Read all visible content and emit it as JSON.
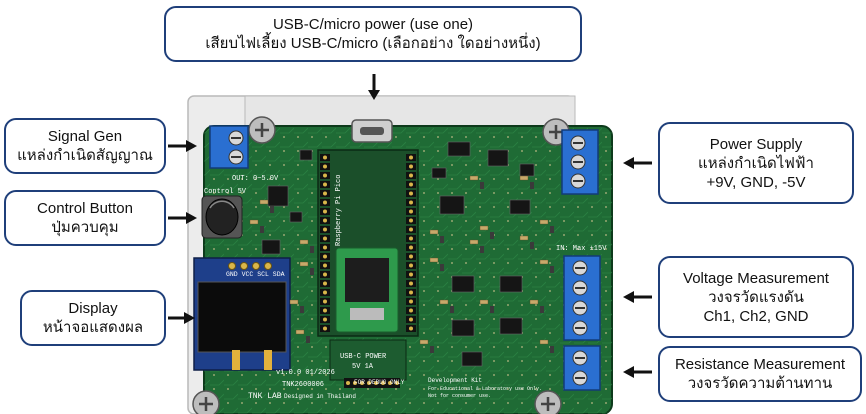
{
  "labels": {
    "usb": {
      "line1": "USB-C/micro power (use one)",
      "line2": "เสียบไฟเลี้ยง USB-C/micro (เลือกอย่าง ใดอย่างหนึ่ง)"
    },
    "signal_gen": {
      "line1": "Signal Gen",
      "line2": "แหล่งกำเนิดสัญญาณ"
    },
    "control_button": {
      "line1": "Control Button",
      "line2": "ปุ่มควบคุม"
    },
    "display": {
      "line1": "Display",
      "line2": "หน้าจอแสดงผล"
    },
    "power_supply": {
      "line1": "Power Supply",
      "line2": "แหล่งกำเนิดไฟฟ้า",
      "line3": "+9V, GND, -5V"
    },
    "voltage": {
      "line1": "Voltage Measurement",
      "line2": "วงจรวัดแรงดัน",
      "line3": "Ch1, Ch2, GND"
    },
    "resistance": {
      "line1": "Resistance Measurement",
      "line2": "วงจรวัดความต้านทาน"
    }
  },
  "board": {
    "out_label": "OUT: 0~5.0V",
    "control_label": "Control 5V",
    "oled_pins": "GND VCC SCL SDA",
    "in_max": "IN: Max ±15V",
    "usb_power": "USB-C POWER",
    "usb_power_sub": "5V 1A",
    "version": "v1.0.0 01/2026",
    "serial": "TNK2600006",
    "brand": "TNK LAB",
    "designed": "Designed in Thailand",
    "for_debug": "FOR DEBUG ONLY",
    "dev_note1": "Development Kit",
    "dev_note2": "For Educational & Laboratory use Only.",
    "dev_note3": "Not for consumer use.",
    "pico_label": "Raspberry Pi Pico",
    "colors": {
      "pcb": "#1f6b35",
      "terminal": "#2a6fd1",
      "label_border": "#1f3f7a"
    }
  }
}
